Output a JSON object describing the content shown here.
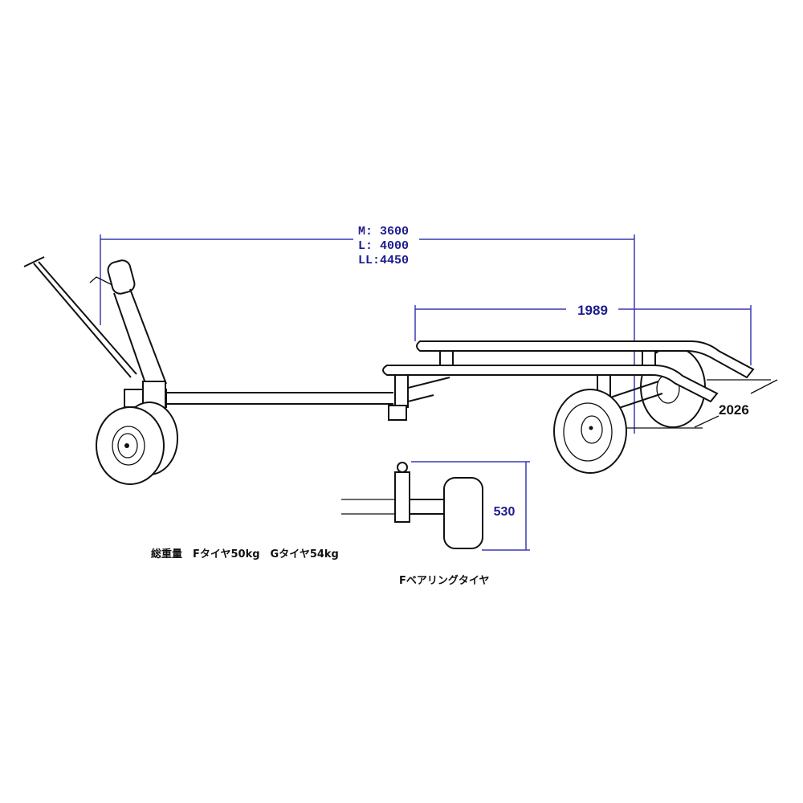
{
  "dimensions": {
    "overall_length": [
      "M: 3600",
      "L: 4000",
      "LL:4450"
    ],
    "platform_length": "1989",
    "width": "2026",
    "tire_height": "530"
  },
  "notes": {
    "weight": "総重量　Fタイヤ50kg　Gタイヤ54kg",
    "detail_caption": "Fベアリングタイヤ"
  },
  "colors": {
    "dimension": "#1c1c8e",
    "line": "#111111"
  }
}
